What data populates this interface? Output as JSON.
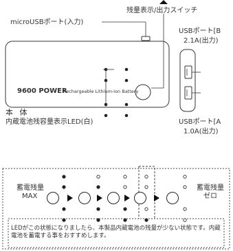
{
  "top": {
    "mode_switch_label": "残量表示/出力スイッチ",
    "micro_usb_label": "microUSBポート(入力)",
    "usb_port_b_label_1": "USBポート[B",
    "usb_port_b_label_2": "2.1A(出力)",
    "usb_port_a_label_1": "USBポート[A",
    "usb_port_a_label_2": "1.0A(出力)",
    "body_label": "本 体",
    "led_label": "内蔵電池残容量表示LED(白)",
    "brand_text": "9600 POWER",
    "brand_subtext": "Rechargeable Lithium-ion Battery"
  },
  "bottom": {
    "max_label_1": "蓄電残量",
    "max_label_2": "MAX",
    "zero_label_1": "蓄電残量",
    "zero_label_2": "ゼロ",
    "note_text": "LEDがこの状態になりましたら、本製品内蔵電池の残量が少ない状態です。内蔵電池を蓄電する事をおすすめします。",
    "led_states": [
      [
        1,
        1,
        1,
        1
      ],
      [
        0,
        1,
        1,
        1
      ],
      [
        0,
        0,
        1,
        1
      ],
      [
        0,
        0,
        0,
        1
      ],
      [
        0,
        0,
        0,
        0
      ]
    ]
  },
  "colors": {
    "line": "#222222",
    "led_on": "#222222",
    "led_off": "#ffffff"
  }
}
